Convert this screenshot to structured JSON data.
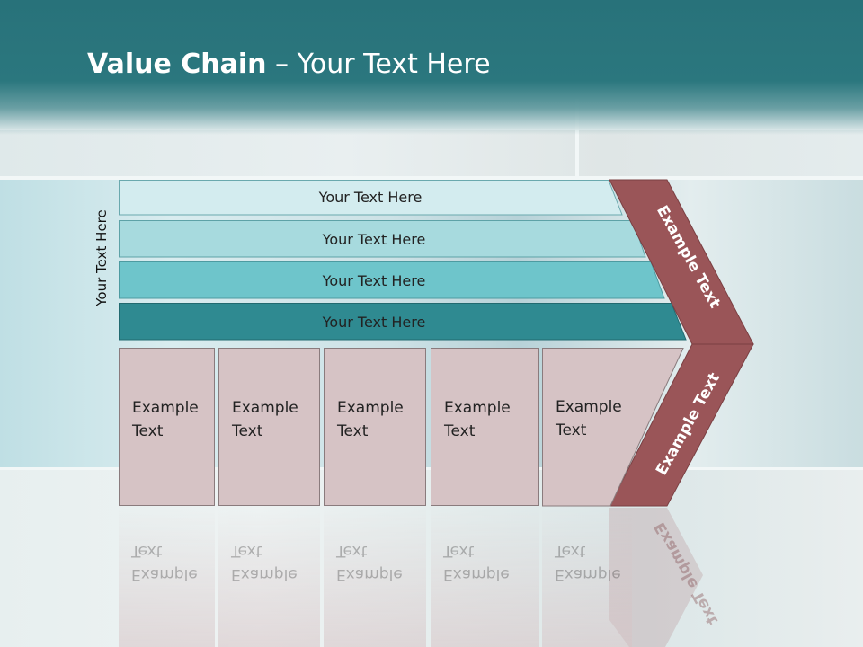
{
  "title": {
    "bold": "Value Chain",
    "rest": " – Your Text Here"
  },
  "side_label": "Your Text Here",
  "bars": [
    {
      "label": "Your Text Here",
      "color": "#d3ecef"
    },
    {
      "label": "Your Text Here",
      "color": "#a7dade"
    },
    {
      "label": "Your Text Here",
      "color": "#6ec5cb"
    },
    {
      "label": "Your Text Here",
      "color": "#2f8a91"
    }
  ],
  "columns": [
    {
      "line1": "Example",
      "line2": "Text"
    },
    {
      "line1": "Example",
      "line2": "Text"
    },
    {
      "line1": "Example",
      "line2": "Text"
    },
    {
      "line1": "Example",
      "line2": "Text"
    },
    {
      "line1": "Example",
      "line2": "Text"
    }
  ],
  "arrow": {
    "upper_label": "Example Text",
    "lower_label": "Example Text",
    "color": "#9a5558"
  },
  "colors": {
    "header": "#28727a",
    "column_fill": "#d6c3c5"
  }
}
